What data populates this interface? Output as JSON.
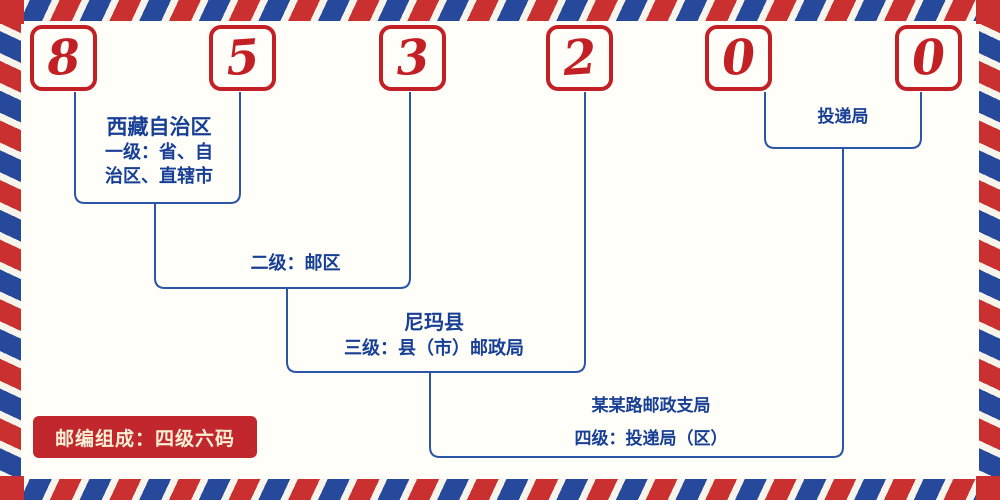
{
  "postal_code": "853200",
  "digit_boxes": [
    "8",
    "5",
    "3",
    "2",
    "0",
    "0"
  ],
  "annotations": {
    "level1": {
      "name": "西藏自治区",
      "desc_line1": "一级：省、自",
      "desc_line2": "治区、直辖市"
    },
    "level2": {
      "desc": "二级：邮区"
    },
    "level3": {
      "name": "尼玛县",
      "desc": "三级：县（市）邮政局"
    },
    "level4": {
      "name": "某某路邮政支局",
      "desc": "四级：投递局（区）"
    },
    "delivery": {
      "label": "投递局"
    },
    "badge": {
      "text": "邮编组成：四级六码"
    }
  },
  "colors": {
    "red": "#c32026",
    "blue_text": "#173f96",
    "blue_line": "#2b56a8",
    "border_red": "#c9302f",
    "border_blue": "#27499b",
    "badge_bg": "#c1272d",
    "badge_text": "#f9efd4",
    "background": "#fffef8"
  }
}
